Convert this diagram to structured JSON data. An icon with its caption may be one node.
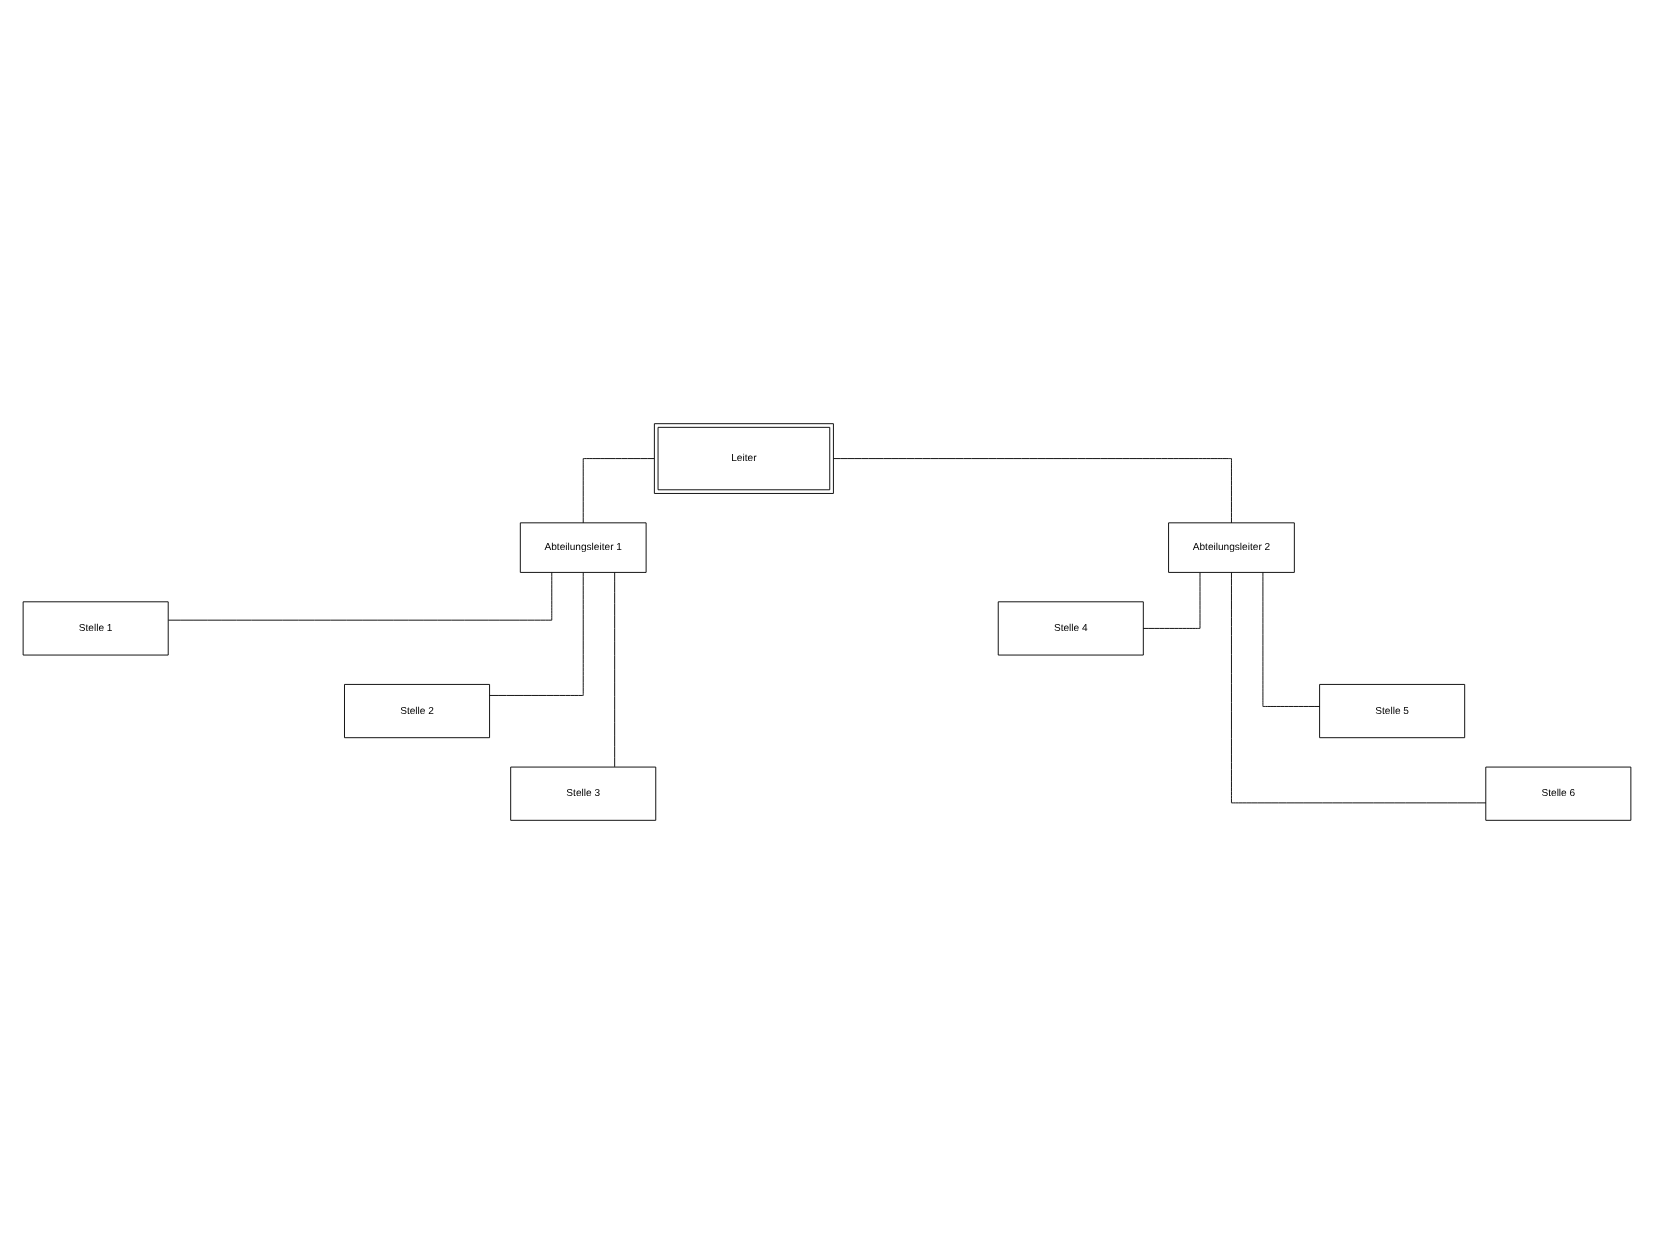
{
  "diagram": {
    "nodes": [
      {
        "text": [
          "Leiter"
        ]
      },
      {
        "text": [
          "Abteilungsleiter 1"
        ]
      },
      {
        "text": [
          "Abteilungsleiter 2"
        ]
      },
      {
        "text": [
          "Stelle 1"
        ]
      },
      {
        "text": [
          "Stelle 2"
        ]
      },
      {
        "text": [
          "Stelle 3"
        ]
      },
      {
        "text": [
          "Stelle 4"
        ]
      },
      {
        "text": [
          "Stelle 5"
        ]
      },
      {
        "text": [
          "Stelle 6"
        ]
      }
    ],
    "edges": [
      {
        "from": 0,
        "to": 1,
        "arrow": "none"
      },
      {
        "from": 0,
        "to": 2,
        "arrow": "none"
      },
      {
        "from": 1,
        "to": 3,
        "arrow": "none"
      },
      {
        "from": 1,
        "to": 4,
        "arrow": "none"
      },
      {
        "from": 1,
        "to": 5,
        "arrow": "none"
      },
      {
        "from": 2,
        "to": 6,
        "arrow": "none"
      },
      {
        "from": 2,
        "to": 7,
        "arrow": "none"
      },
      {
        "from": 2,
        "to": 8,
        "arrow": "none"
      }
    ]
  }
}
